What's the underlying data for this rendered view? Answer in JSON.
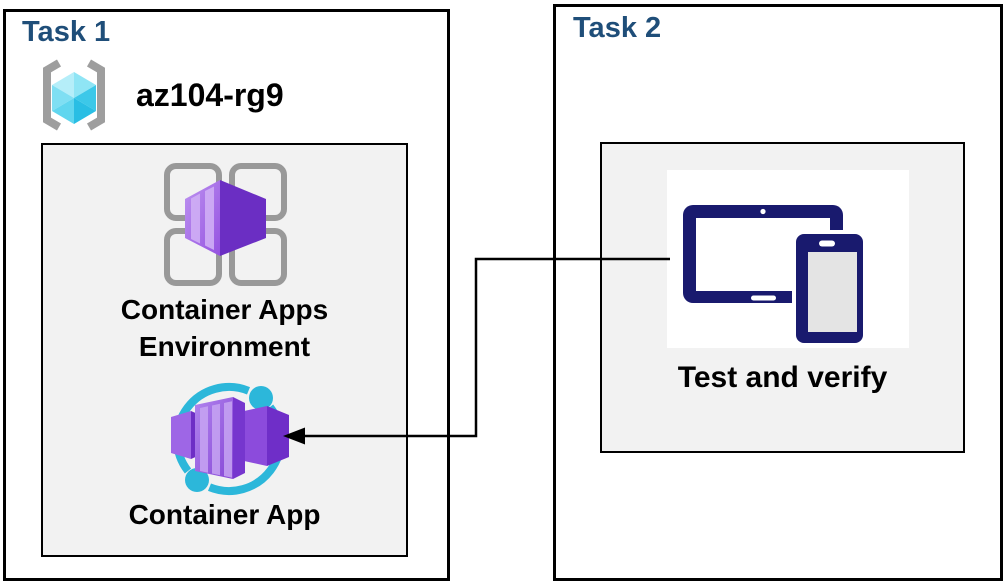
{
  "task1": {
    "title": "Task 1",
    "resource_group_name": "az104-rg9",
    "environment_label_line1": "Container Apps",
    "environment_label_line2": "Environment",
    "container_app_label": "Container App",
    "icons": {
      "resource_group": "azure-resource-group-icon",
      "environment": "container-apps-environment-icon",
      "container_app": "container-app-icon"
    }
  },
  "task2": {
    "title": "Task 2",
    "test_label": "Test and verify",
    "icons": {
      "devices": "tablet-and-phone-icon"
    }
  },
  "connector": {
    "from": "Test and verify",
    "to": "Container App",
    "color": "#000000"
  },
  "colors": {
    "title_blue": "#1F4E79",
    "panel_gray": "#F2F2F2",
    "border_black": "#000000",
    "devices_navy": "#191A6E",
    "purple_light": "#B184EE",
    "purple_dark": "#6B2EC3",
    "ring_cyan": "#2CB7DA",
    "cube_cyan": "#55D0EC",
    "bracket_gray": "#9E9E9E",
    "grid_gray": "#999999"
  }
}
